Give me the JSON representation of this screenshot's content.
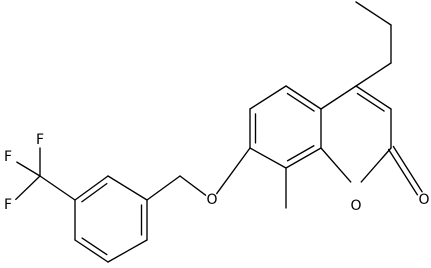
{
  "molecule": {
    "atom_labels": {
      "ring_oxygen": "O",
      "carbonyl_oxygen": "O",
      "ether_oxygen": "O",
      "fluorine_top": "F",
      "fluorine_left": "F",
      "fluorine_bottom": "F"
    }
  }
}
